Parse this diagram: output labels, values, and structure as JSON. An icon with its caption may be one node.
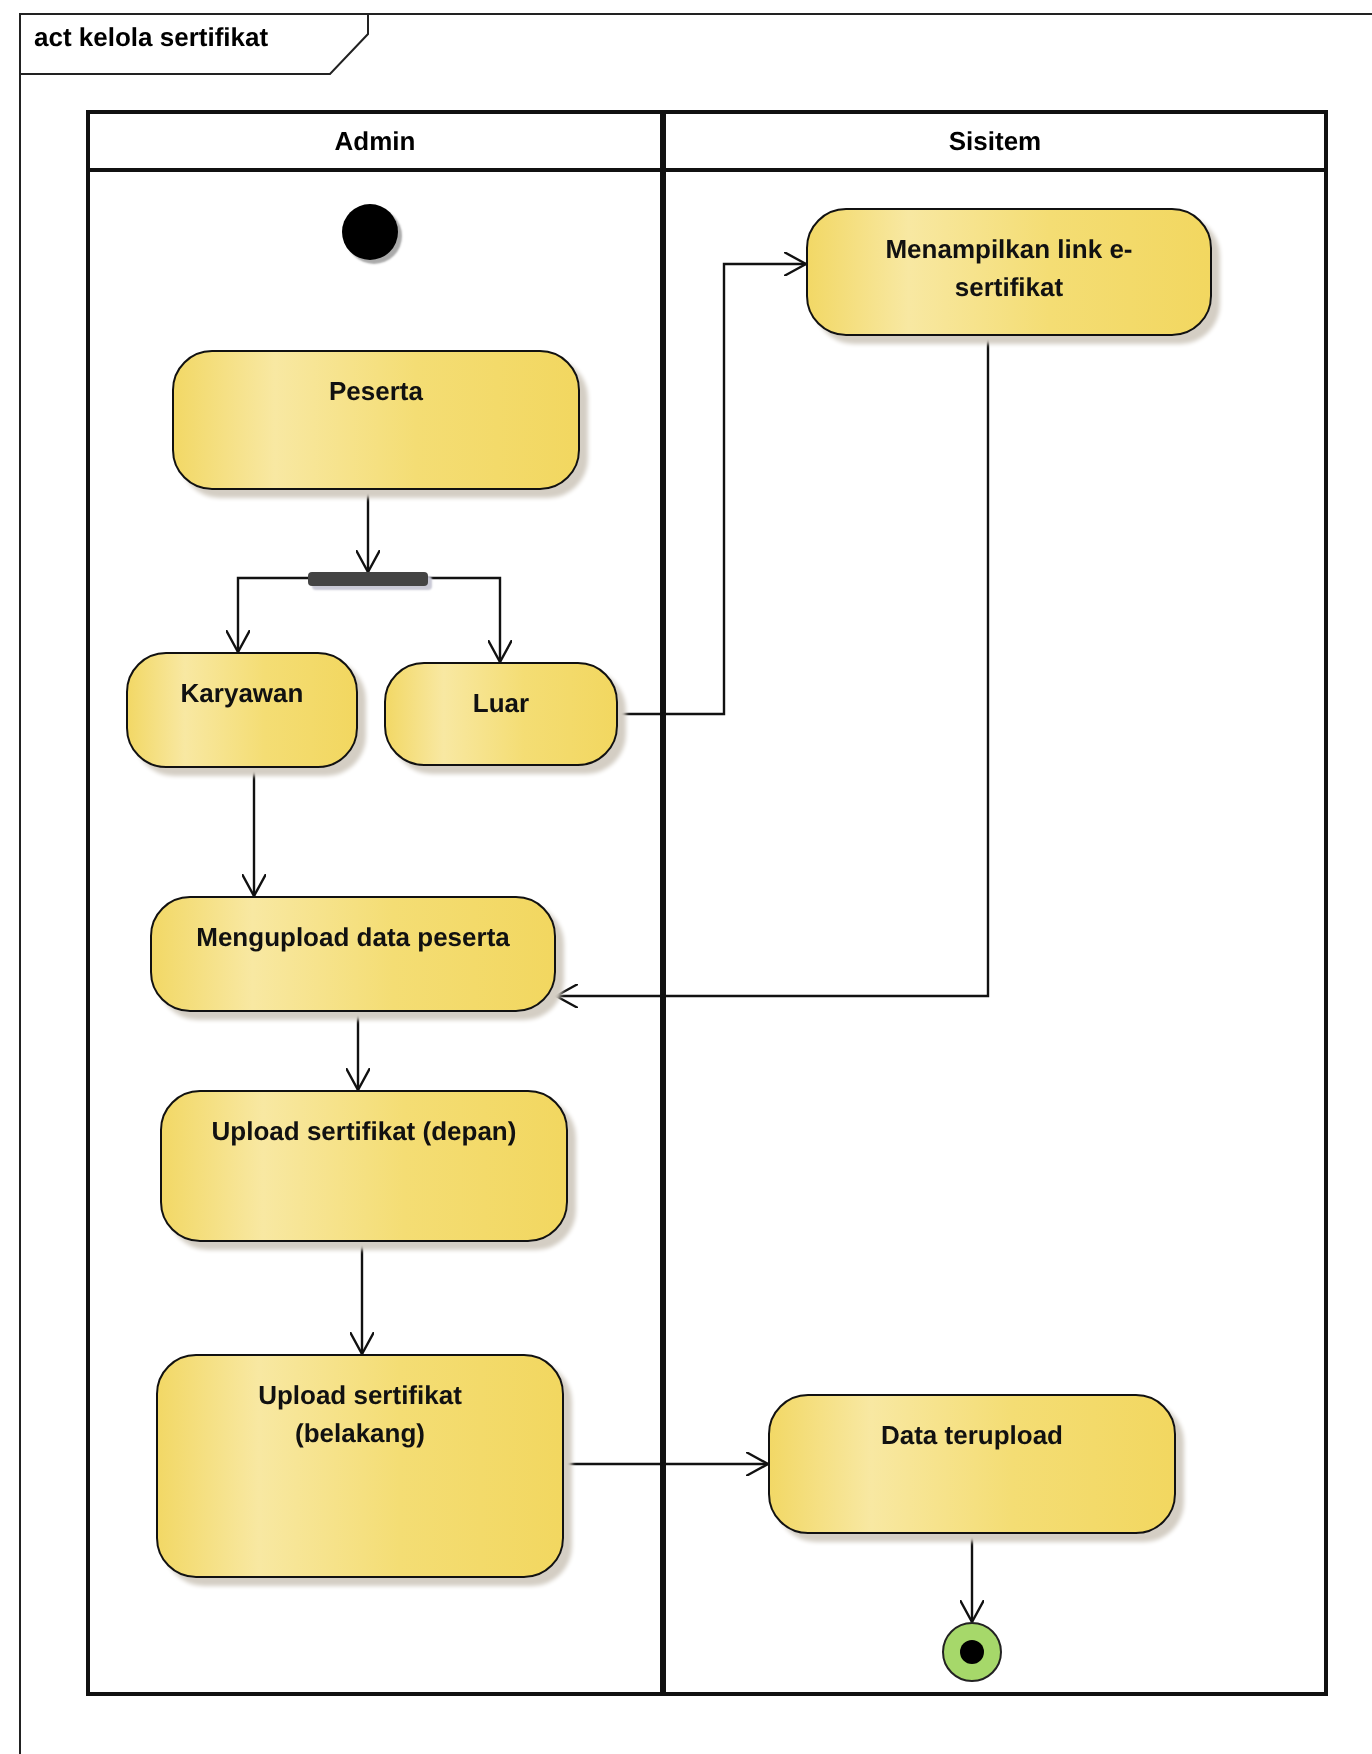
{
  "diagram": {
    "title": "act kelola sertifikat",
    "nodes": [
      {
        "text": [
          "Admin"
        ]
      },
      {
        "text": [
          "Sisitem"
        ]
      },
      {
        "text": [],
        "shape": "circle",
        "in": 0
      },
      {
        "text": [
          "Peserta"
        ],
        "in": 0
      },
      {
        "text": [],
        "shape": "bar",
        "in": 0
      },
      {
        "text": [
          "Karyawan"
        ],
        "in": 0
      },
      {
        "text": [
          "Luar"
        ],
        "in": 0
      },
      {
        "text": [
          "Menampilkan link e-sertifikat"
        ],
        "in": 1
      },
      {
        "text": [
          "Mengupload data peserta"
        ],
        "in": 0
      },
      {
        "text": [
          "Upload sertifikat (depan)"
        ],
        "in": 0
      },
      {
        "text": [
          "Upload sertifikat (belakang)"
        ],
        "in": 0
      },
      {
        "text": [
          "Data terupload"
        ],
        "in": 1
      },
      {
        "text": [],
        "shape": "circle",
        "in": 1
      }
    ],
    "edges": [
      {
        "from": 3,
        "to": 4,
        "arrow": "to"
      },
      {
        "from": 4,
        "to": 5,
        "arrow": "to"
      },
      {
        "from": 4,
        "to": 6,
        "arrow": "to"
      },
      {
        "from": 6,
        "to": 7,
        "arrow": "to"
      },
      {
        "from": 5,
        "to": 8,
        "arrow": "to"
      },
      {
        "from": 7,
        "to": 8,
        "arrow": "to"
      },
      {
        "from": 8,
        "to": 9,
        "arrow": "to"
      },
      {
        "from": 9,
        "to": 10,
        "arrow": "to"
      },
      {
        "from": 10,
        "to": 11,
        "arrow": "to"
      },
      {
        "from": 11,
        "to": 12,
        "arrow": "to"
      }
    ]
  }
}
